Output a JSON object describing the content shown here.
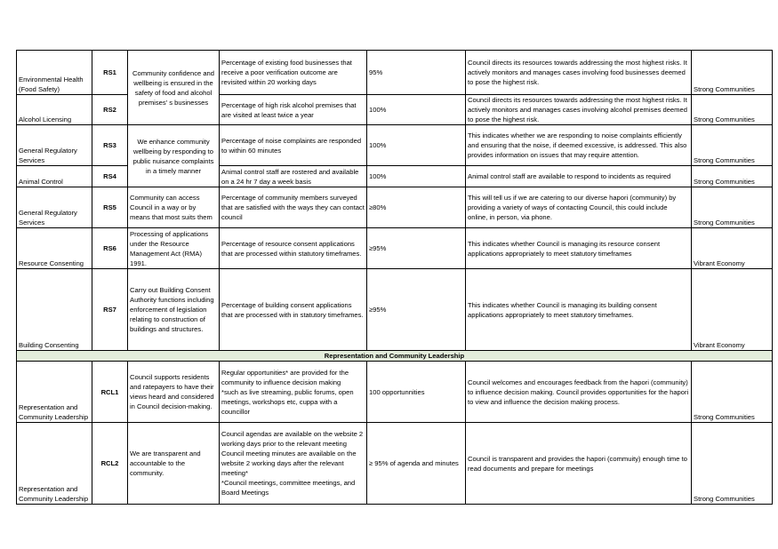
{
  "rows": [
    {
      "area": "Environmental Health (Food Safety)",
      "code": "RS1",
      "measure": "Percentage of existing food businesses that receive a poor verification outcome  are revisited within 20 working days",
      "target": "95%",
      "why": "Council directs its resources towards addressing the most highest risks. It actively monitors and manages cases involving food businesses deemed to pose the highest risk.",
      "community": "Strong Communities"
    },
    {
      "area": "Alcohol Licensing",
      "code": "RS2",
      "measure": "Percentage of high risk alcohol premises that are visited at least twice a year",
      "target": "100%",
      "why": "Council directs its resources towards addressing the most highest risks. It actively monitors and manages cases involving alcohol premises deemed to pose the highest risk.",
      "community": "Strong Communities"
    },
    {
      "area": "General Regulatory Services",
      "code": "RS3",
      "measure": "Percentage of noise complaints are responded to within 60 minutes",
      "target": "100%",
      "why": "This indicates whether we are responding to noise complaints efficiently and ensuring that the noise, if deemed excessive, is addressed. This also provides information on issues that may require attention.",
      "community": "Strong Communities"
    },
    {
      "area": "Animal Control",
      "code": "RS4",
      "measure": "Animal control staff are rostered and available on a 24 hr 7 day a week basis",
      "target": "100%",
      "why": "Animal control staff are available to respond to incidents as required",
      "community": "Strong Communities"
    },
    {
      "area": "General Regulatory Services",
      "code": "RS5",
      "outcome": "Community can access Council in a way or by means that most suits them",
      "measure": "Percentage of community members surveyed that are satisfied with the ways they can contact council",
      "target": "≥80%",
      "why": "This will tell us if we are catering to our diverse hapori (community) by providing a variety of ways of contacting Council, this could include online, in person, via phone.",
      "community": "Strong Communities"
    },
    {
      "area": "Resource Consenting",
      "code": "RS6",
      "outcome": "Processing of applications under the Resource Management Act (RMA) 1991.",
      "measure": "Percentage of resource consent applications that are processed within statutory timeframes.",
      "target": "≥95%",
      "why": "This indicates whether Council is managing its resource consent applications appropriately to meet statutory timeframes",
      "community": "Vibrant Economy"
    },
    {
      "area": "Building Consenting",
      "code": "RS7",
      "outcome": "Carry out Building Consent Authority functions including enforcement of legislation relating to construction of buildings and structures.",
      "measure": "Percentage of building consent applications that are processed with in statutory timeframes.",
      "target": "≥95%",
      "why": "This indicates  whether Council is managing its building consent applications appropriately to meet statutory timeframes.",
      "community": "Vibrant Economy"
    }
  ],
  "merged_outcomes": {
    "rs1_rs2": "Community confidence and wellbeing  is ensured in the safety of food and alcohol premises' s businesses",
    "rs3_rs4": "We enhance community wellbeing by responding to public nuisance complaints in a timely manner"
  },
  "section_heading": "Representation and Community Leadership",
  "rcl_rows": [
    {
      "area": "Representation and Community Leadership",
      "code": "RCL1",
      "outcome": "Council supports residents and ratepayers to have their views heard and considered in Council decision-making.",
      "measure": "Regular opportunities* are provided for the community to influence decision making\n*such as live streaming, public forums, open meetings, workshops etc, cuppa with a councillor",
      "target": "100 opportunnities",
      "why": "Council welcomes and encourages feedback from the hapori (community) to influence decision making. Council provides opportunities for the hapori  to view and influence the decision making process.",
      "community": "Strong Communities"
    },
    {
      "area": "Representation and Community Leadership",
      "code": "RCL2",
      "outcome": "We are transparent and accountable to the community.",
      "measure": "Council agendas are available on the website 2 working days prior to the relevant meeting\nCouncil meeting minutes are available on the website 2 working days after the relevant meeting*\n*Council meetings, committee meetings, and Board Meetings",
      "target": "≥ 95% of agenda and minutes",
      "why": "Council is transparent and provides the hapori (commuity) enough time to read documents and prepare for meetings",
      "community": "Strong Communities"
    }
  ]
}
